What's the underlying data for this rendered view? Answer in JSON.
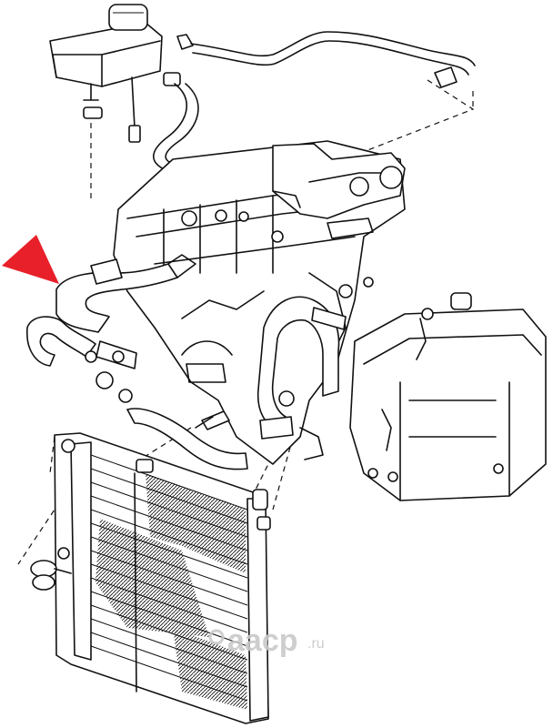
{
  "watermark": {
    "brand": "aacp",
    "domain_suffix": ".ru"
  },
  "highlight": {
    "arrow_color": "#e8202a",
    "target": "upper-radiator-hose"
  },
  "colors": {
    "line": "#111111",
    "background": "#ffffff",
    "watermark": "#c9c9c9"
  }
}
